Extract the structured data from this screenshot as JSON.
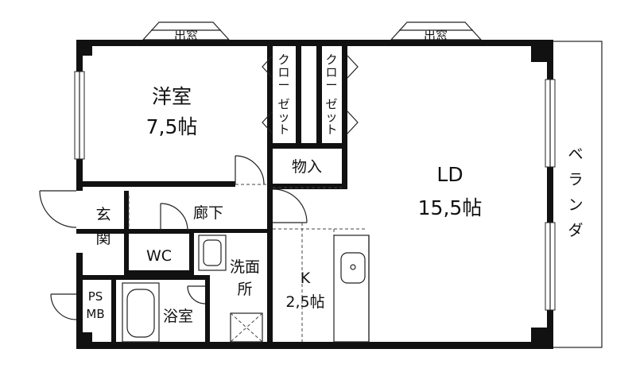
{
  "rooms": {
    "western_room": {
      "name": "洋室",
      "size": "7,5帖"
    },
    "ld": {
      "name": "LD",
      "size": "15,5帖"
    },
    "kitchen": {
      "name": "K",
      "size": "2,5帖"
    },
    "entrance": {
      "line1": "玄",
      "line2": "関"
    },
    "hallway": "廊下",
    "wc": "WC",
    "washroom": {
      "line1": "洗面",
      "line2": "所"
    },
    "bathroom": "浴室",
    "storage": "物入",
    "ps_mb": {
      "line1": "PS",
      "line2": "MB"
    },
    "balcony": [
      "ベ",
      "ラ",
      "ン",
      "ダ"
    ],
    "closet_left": [
      "ク",
      "ロ",
      "ー",
      "ゼ",
      "ッ",
      "ト"
    ],
    "closet_right": [
      "ク",
      "ロ",
      "ー",
      "ゼ",
      "ッ",
      "ト"
    ]
  },
  "bay_windows": {
    "left": "出窓",
    "right": "出窓"
  }
}
